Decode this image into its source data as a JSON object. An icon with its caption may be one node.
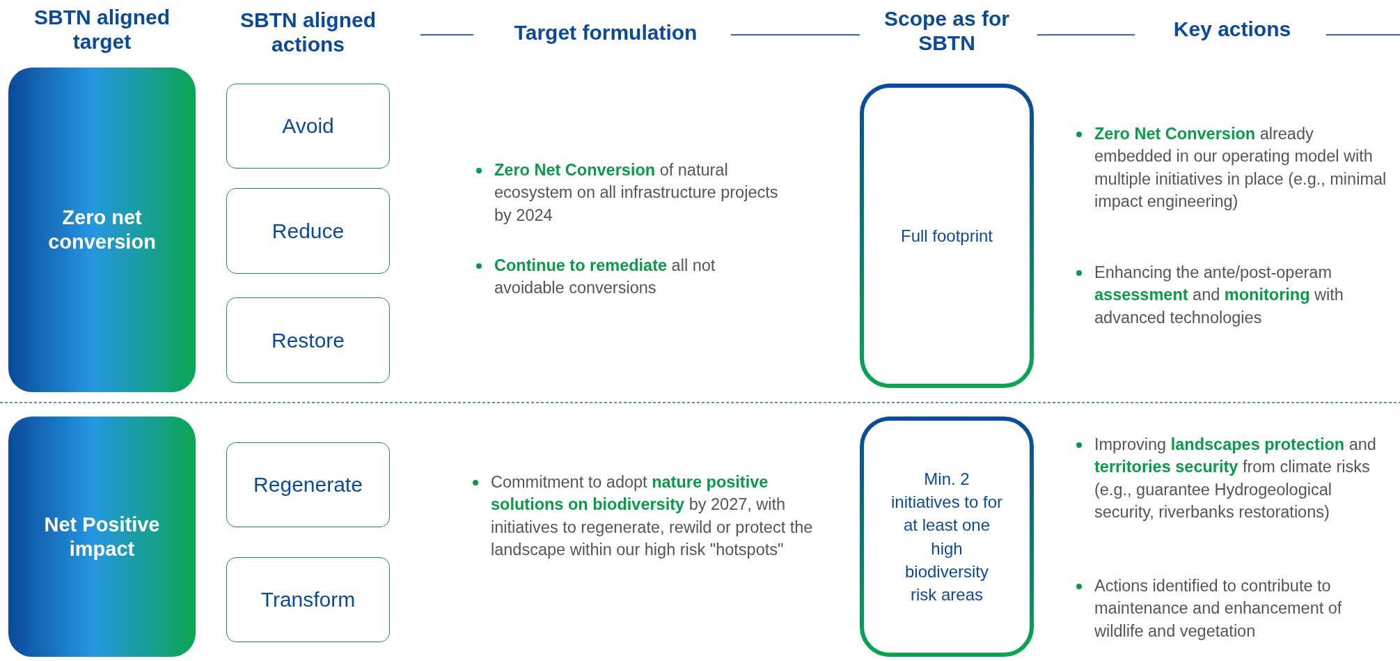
{
  "diagram": {
    "nodes": [
      {
        "text": [
          "Zero net conversion"
        ]
      },
      {
        "text": [
          "Avoid"
        ]
      },
      {
        "text": [
          "Reduce"
        ]
      },
      {
        "text": [
          "Restore"
        ]
      },
      {
        "text": [
          "Full footprint"
        ]
      },
      {
        "text": [
          "Net Positive impact"
        ]
      },
      {
        "text": [
          "Regenerate"
        ]
      },
      {
        "text": [
          "Transform"
        ]
      },
      {
        "text": [
          "Min. 2 initiatives to for at least one high biodiversity risk areas"
        ]
      }
    ],
    "labels": [
      "SBTN aligned target",
      "SBTN aligned actions",
      "Target formulation",
      "Scope as for SBTN",
      "Key actions",
      "**Zero Net Conversion** of natural ecosystem on all infrastructure projects by 2024",
      "**Continue to remediate** all not avoidable conversions",
      "**Zero Net Conversion** already embedded in our operating model with multiple initiatives in place (e.g., minimal impact engineering)",
      "Enhancing the ante/post-operam **assessment** and **monitoring** with advanced technologies",
      "Commitment to adopt **nature positive solutions on biodiversity** by 2027, with initiatives to regenerate, rewild or protect the landscape within our  high risk \"hotspots\"",
      "Improving **landscapes protection** and **territories security** from climate risks (e.g., guarantee Hydrogeological security, riverbanks restorations)",
      "Actions identified to contribute to maintenance and enhancement of wildlife and vegetation"
    ]
  }
}
